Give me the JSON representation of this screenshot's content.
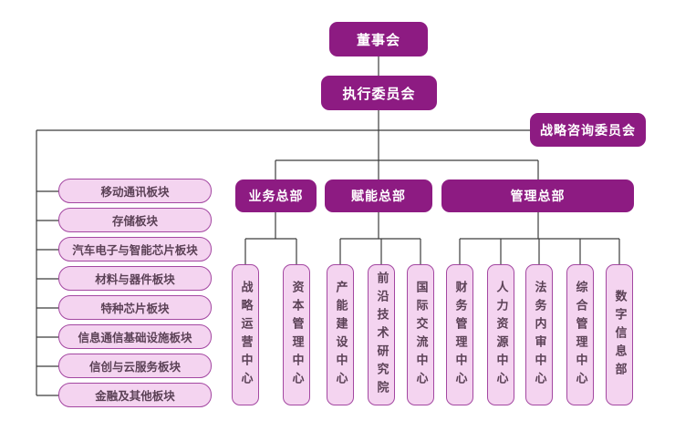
{
  "colors": {
    "dark_box_bg": "#8d1b82",
    "dark_box_text": "#ffffff",
    "light_box_bg": "#f4d4f0",
    "light_box_border": "#a347a1",
    "light_box_text": "#5b4156",
    "connector": "#3c3c3c",
    "background": "#ffffff"
  },
  "top": {
    "board": "董事会",
    "executive_committee": "执行委员会",
    "strategic_advisory_committee": "战略咨询委员会"
  },
  "headquarters": [
    {
      "label": "业务总部"
    },
    {
      "label": "赋能总部"
    },
    {
      "label": "管理总部"
    }
  ],
  "business_segments": [
    "移动通讯板块",
    "存储板块",
    "汽车电子与智能芯片板块",
    "材料与器件板块",
    "特种芯片板块",
    "信息通信基础设施板块",
    "信创与云服务板块",
    "金融及其他板块"
  ],
  "centers": [
    "战略运营中心",
    "资本管理中心",
    "产能建设中心",
    "前沿技术研究院",
    "国际交流中心",
    "财务管理中心",
    "人力资源中心",
    "法务内审中心",
    "综合管理中心",
    "数字信息部"
  ]
}
